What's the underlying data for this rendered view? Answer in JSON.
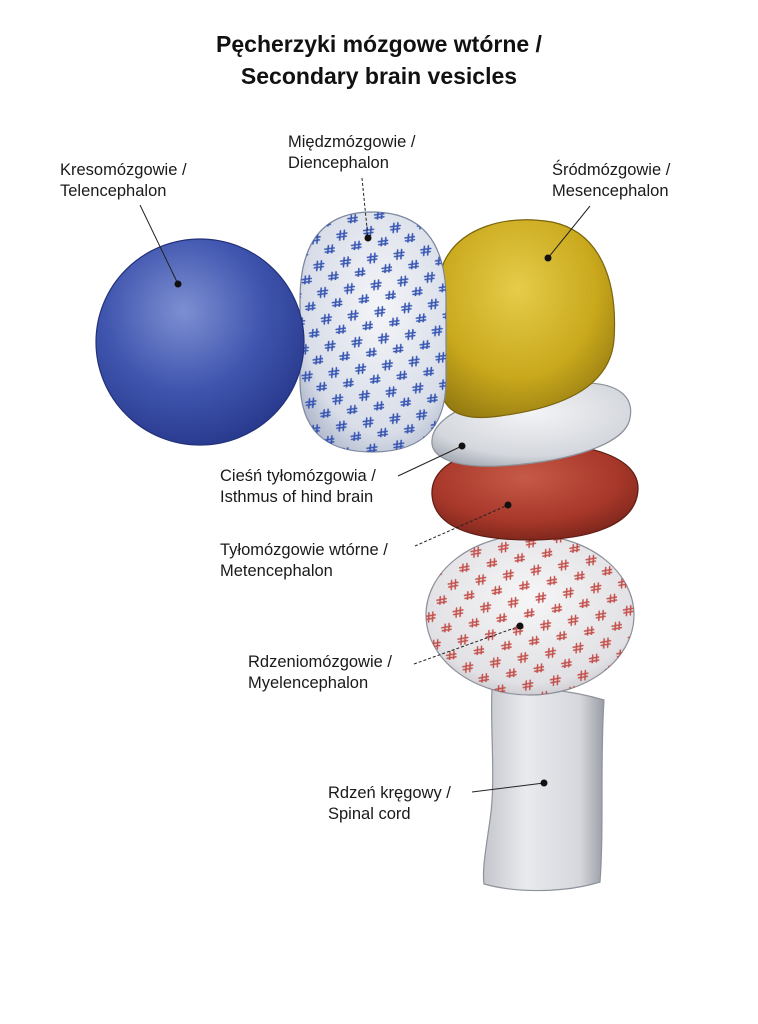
{
  "title": {
    "line1": "Pęcherzyki mózgowe wtórne /",
    "line2": "Secondary brain vesicles"
  },
  "labels": {
    "telencephalon": {
      "line1": "Kresomózgowie /",
      "line2": "Telencephalon"
    },
    "diencephalon": {
      "line1": "Międzmózgowie /",
      "line2": "Diencephalon"
    },
    "mesencephalon": {
      "line1": "Śródmózgowie /",
      "line2": "Mesencephalon"
    },
    "isthmus": {
      "line1": "Cieśń tyłomózgowia /",
      "line2": "Isthmus of  hind brain"
    },
    "metencephalon": {
      "line1": "Tyłomózgowie wtórne /",
      "line2": "Metencephalon"
    },
    "myelencephalon": {
      "line1": "Rdzeniomózgowie /",
      "line2": "Myelencephalon"
    },
    "spinal_cord": {
      "line1": "Rdzeń kręgowy /",
      "line2": "Spinal cord"
    }
  },
  "colors": {
    "telencephalon": "#3a4fa8",
    "diencephalon_pattern": "#2f4fb0",
    "mesencephalon": "#c9a81c",
    "isthmus": "#d9dbe0",
    "metencephalon": "#a8382a",
    "myelencephalon_pattern": "#c0403a",
    "spinal_cord": "#dcdde2"
  }
}
